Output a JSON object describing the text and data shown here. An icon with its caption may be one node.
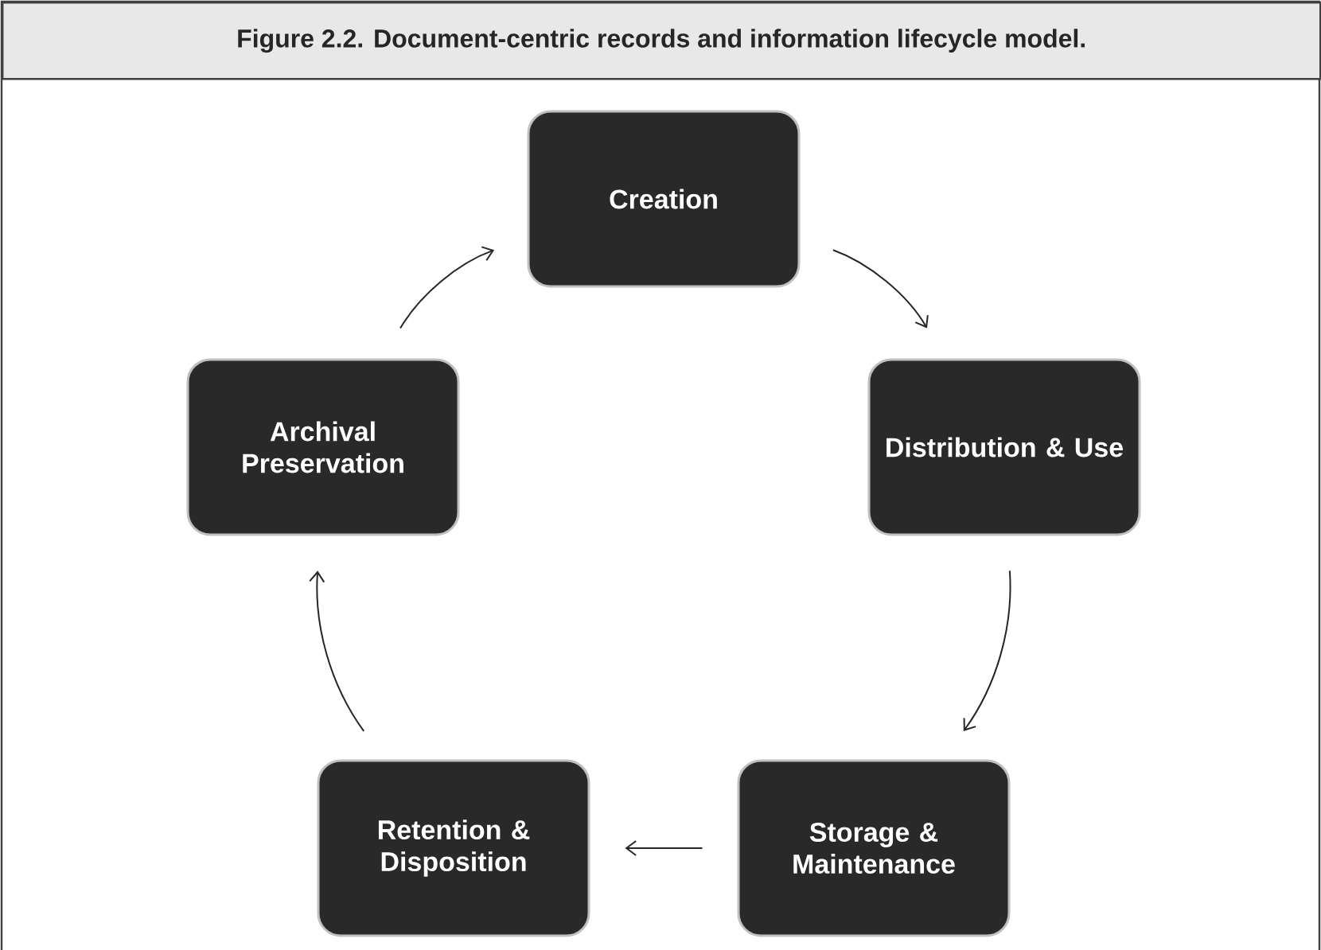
{
  "diagram": {
    "title": "Figure 2.2.  Document-centric records and information lifecycle model.",
    "nodes": [
      {
        "text": [
          "Creation"
        ]
      },
      {
        "text": [
          "Distribution & Use"
        ]
      },
      {
        "text": [
          "Storage & Maintenance"
        ]
      },
      {
        "text": [
          "Retention & Disposition"
        ]
      },
      {
        "text": [
          "Archival Preservation"
        ]
      }
    ],
    "edges": [
      {
        "from": 0,
        "to": 1,
        "arrow": "to"
      },
      {
        "from": 1,
        "to": 2,
        "arrow": "to"
      },
      {
        "from": 2,
        "to": 3,
        "arrow": "to"
      },
      {
        "from": 3,
        "to": 4,
        "arrow": "to"
      },
      {
        "from": 4,
        "to": 0,
        "arrow": "to"
      }
    ]
  }
}
